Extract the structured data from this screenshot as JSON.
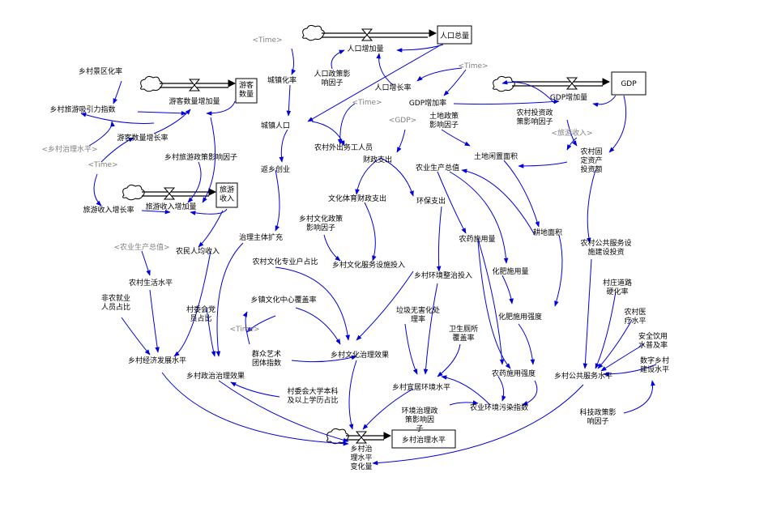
{
  "stocks": {
    "population_total": "人口总量",
    "tourist_amount": "游客\n数量",
    "gdp": "GDP",
    "tourism_income": "旅游\n收入",
    "rural_governance_level": "乡村治理水平"
  },
  "variables": {
    "population_increase": "人口增加量",
    "population_policy_factor": "人口政策影\n响因子",
    "population_growth_rate": "人口增长率",
    "urbanization_rate": "城镇化率",
    "urban_population": "城镇人口",
    "rural_migrant_workers": "农村外出务工人员",
    "return_entrepreneurship": "返乡创业",
    "gdp_increase_rate": "GDP增加率",
    "gdp_increase": "GDP增加量",
    "rural_investment_policy_factor": "农村投资政\n策影响因子",
    "rural_fixed_asset_investment": "农村固\n定资产\n投资额",
    "rural_landscape_rate": "乡村景区化率",
    "tourism_attraction_index": "乡村旅游吸引力指数",
    "tourist_increase": "游客数量增加量",
    "tourist_growth_rate": "游客数量增长率",
    "tourism_policy_factor": "乡村旅游政策影响因子",
    "tourism_income_growth_rate": "旅游收入增长率",
    "tourism_income_increase": "旅游收入增加量",
    "land_policy_factor": "土地政策\n影响因子",
    "land_fallow_area": "土地闲置面积",
    "fiscal_expenditure": "财政支出",
    "agri_output_value": "农业生产总值",
    "culture_sports_fiscal": "文化体育财政支出",
    "env_protection_expenditure": "环保支出",
    "rural_culture_policy_factor": "乡村文化政策\n影响因子",
    "governance_subject_expansion": "治理主体扩充",
    "farmer_income": "农民人均收入",
    "rural_culture_specialist_ratio": "农村文化专业户占比",
    "culture_facility_investment": "乡村文化服务设施投入",
    "pesticide_use": "农药施用量",
    "fertilizer_use": "化肥施用量",
    "arable_area": "耕地面积",
    "env_governance_investment": "乡村环境整治投入",
    "rural_public_service_investment": "农村公共服务设\n施建设投资",
    "rural_living_standard": "农村生活水平",
    "non_agri_employment_ratio": "非农就业\n人员占比",
    "committee_party_ratio": "村委会党\n员占比",
    "culture_center_coverage": "乡镇文化中心覆盖率",
    "fertilizer_intensity": "化肥施用强度",
    "road_hardening_rate": "村庄道路\n硬化率",
    "waste_treatment_rate": "垃圾无害化处\n理率",
    "sanitary_toilet_rate": "卫生厕所\n覆盖率",
    "medical_level": "农村医\n疗水平",
    "mass_art_groups": "群众艺术\n团体指数",
    "culture_governance_effect": "乡村文化治理效果",
    "economic_development_level": "乡村经济发展水平",
    "political_governance_effect": "乡村政治治理效果",
    "safe_water_rate": "安全饮用\n水普及率",
    "pesticide_intensity": "农药施用强度",
    "living_environment_level": "乡村宜居环境水平",
    "public_service_level": "乡村公共服务水平",
    "digital_village_level": "数字乡村\n建设水平",
    "committee_college_ratio": "村委会大学本科\n及以上学历占比",
    "env_policy_factor": "环境治理政\n策影响因\n子",
    "agri_pollution_index": "农业环境污染指数",
    "tech_policy_factor": "科技政策影\n响因子",
    "governance_change": "乡村治\n理水平\n变化量"
  },
  "shadows": {
    "time_1": "<Time>",
    "time_2": "<Time>",
    "time_3": "<Time>",
    "time_4": "<Time>",
    "time_5": "<Time>",
    "gdp": "<GDP>",
    "tourism_income": "<旅游收入>",
    "rural_governance_level": "<乡村治理水平>",
    "agri_output_value": "<农业生产总值>"
  },
  "colors": {
    "arrow": "#0000dd",
    "flow": "#000000",
    "shadow_text": "#808080"
  }
}
